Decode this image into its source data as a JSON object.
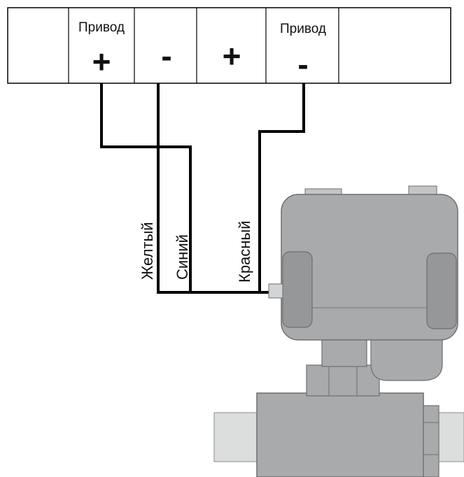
{
  "terminal_block": {
    "cells": [
      {
        "label": "",
        "sign": ""
      },
      {
        "label": "Привод",
        "sign": "+"
      },
      {
        "label": "",
        "sign": "-"
      },
      {
        "label": "",
        "sign": "+"
      },
      {
        "label": "Привод",
        "sign": "-"
      },
      {
        "label": "",
        "sign": ""
      }
    ]
  },
  "wires": {
    "yellow": "Желтый",
    "blue": "Синий",
    "red": "Красный"
  },
  "colors": {
    "actuator_body": "#a9aaac",
    "actuator_dark": "#8f9092",
    "pipe": "#dcdedd",
    "wire": "#000000"
  }
}
